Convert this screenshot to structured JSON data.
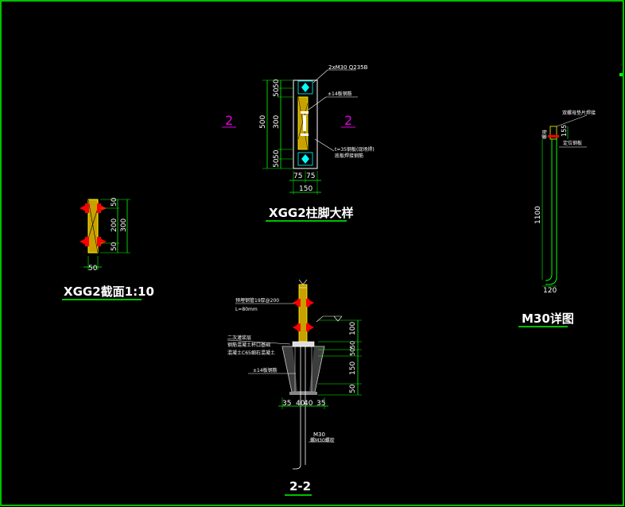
{
  "titles": {
    "xgg2_section": "XGG2截面1:10",
    "column_base": "XGG2柱脚大样",
    "m30_detail": "M30详图",
    "section_22": "2-2"
  },
  "section_marks": {
    "left": "2",
    "right": "2"
  },
  "section_xgg2": {
    "dims": [
      "50",
      "200",
      "50",
      "300",
      "50"
    ]
  },
  "column_base": {
    "dims": [
      "50",
      "50",
      "300",
      "500",
      "50",
      "50",
      "75",
      "75",
      "150"
    ],
    "notes": [
      "2xM30 Q235B",
      "±14板钢筋",
      "t=35钢板(现场焊)",
      "底板焊接钢筋"
    ]
  },
  "m30": {
    "dims": [
      "155",
      "1100",
      "120"
    ],
    "notes": [
      "双螺母垫片焊接",
      "定位钢板",
      "螺母"
    ]
  },
  "section_22": {
    "dims": [
      "100",
      "50",
      "50",
      "150",
      "50",
      "35",
      "40",
      "40",
      "35"
    ],
    "notes": [
      "预埋钢管19厚@200",
      "L=80mm",
      "二次灌浆层",
      "钢筋混凝土杯口基础",
      "混凝土C65细石混凝土",
      "±14板钢筋",
      "M30",
      "螺M30螺栓"
    ]
  },
  "colors": {
    "line": "#ffffff",
    "dim": "#00ff00",
    "highlight": "#ffff00",
    "hatch": "#c8a000",
    "marker": "#ff0000",
    "mag": "#e000e0",
    "cyan": "#00ffff"
  }
}
